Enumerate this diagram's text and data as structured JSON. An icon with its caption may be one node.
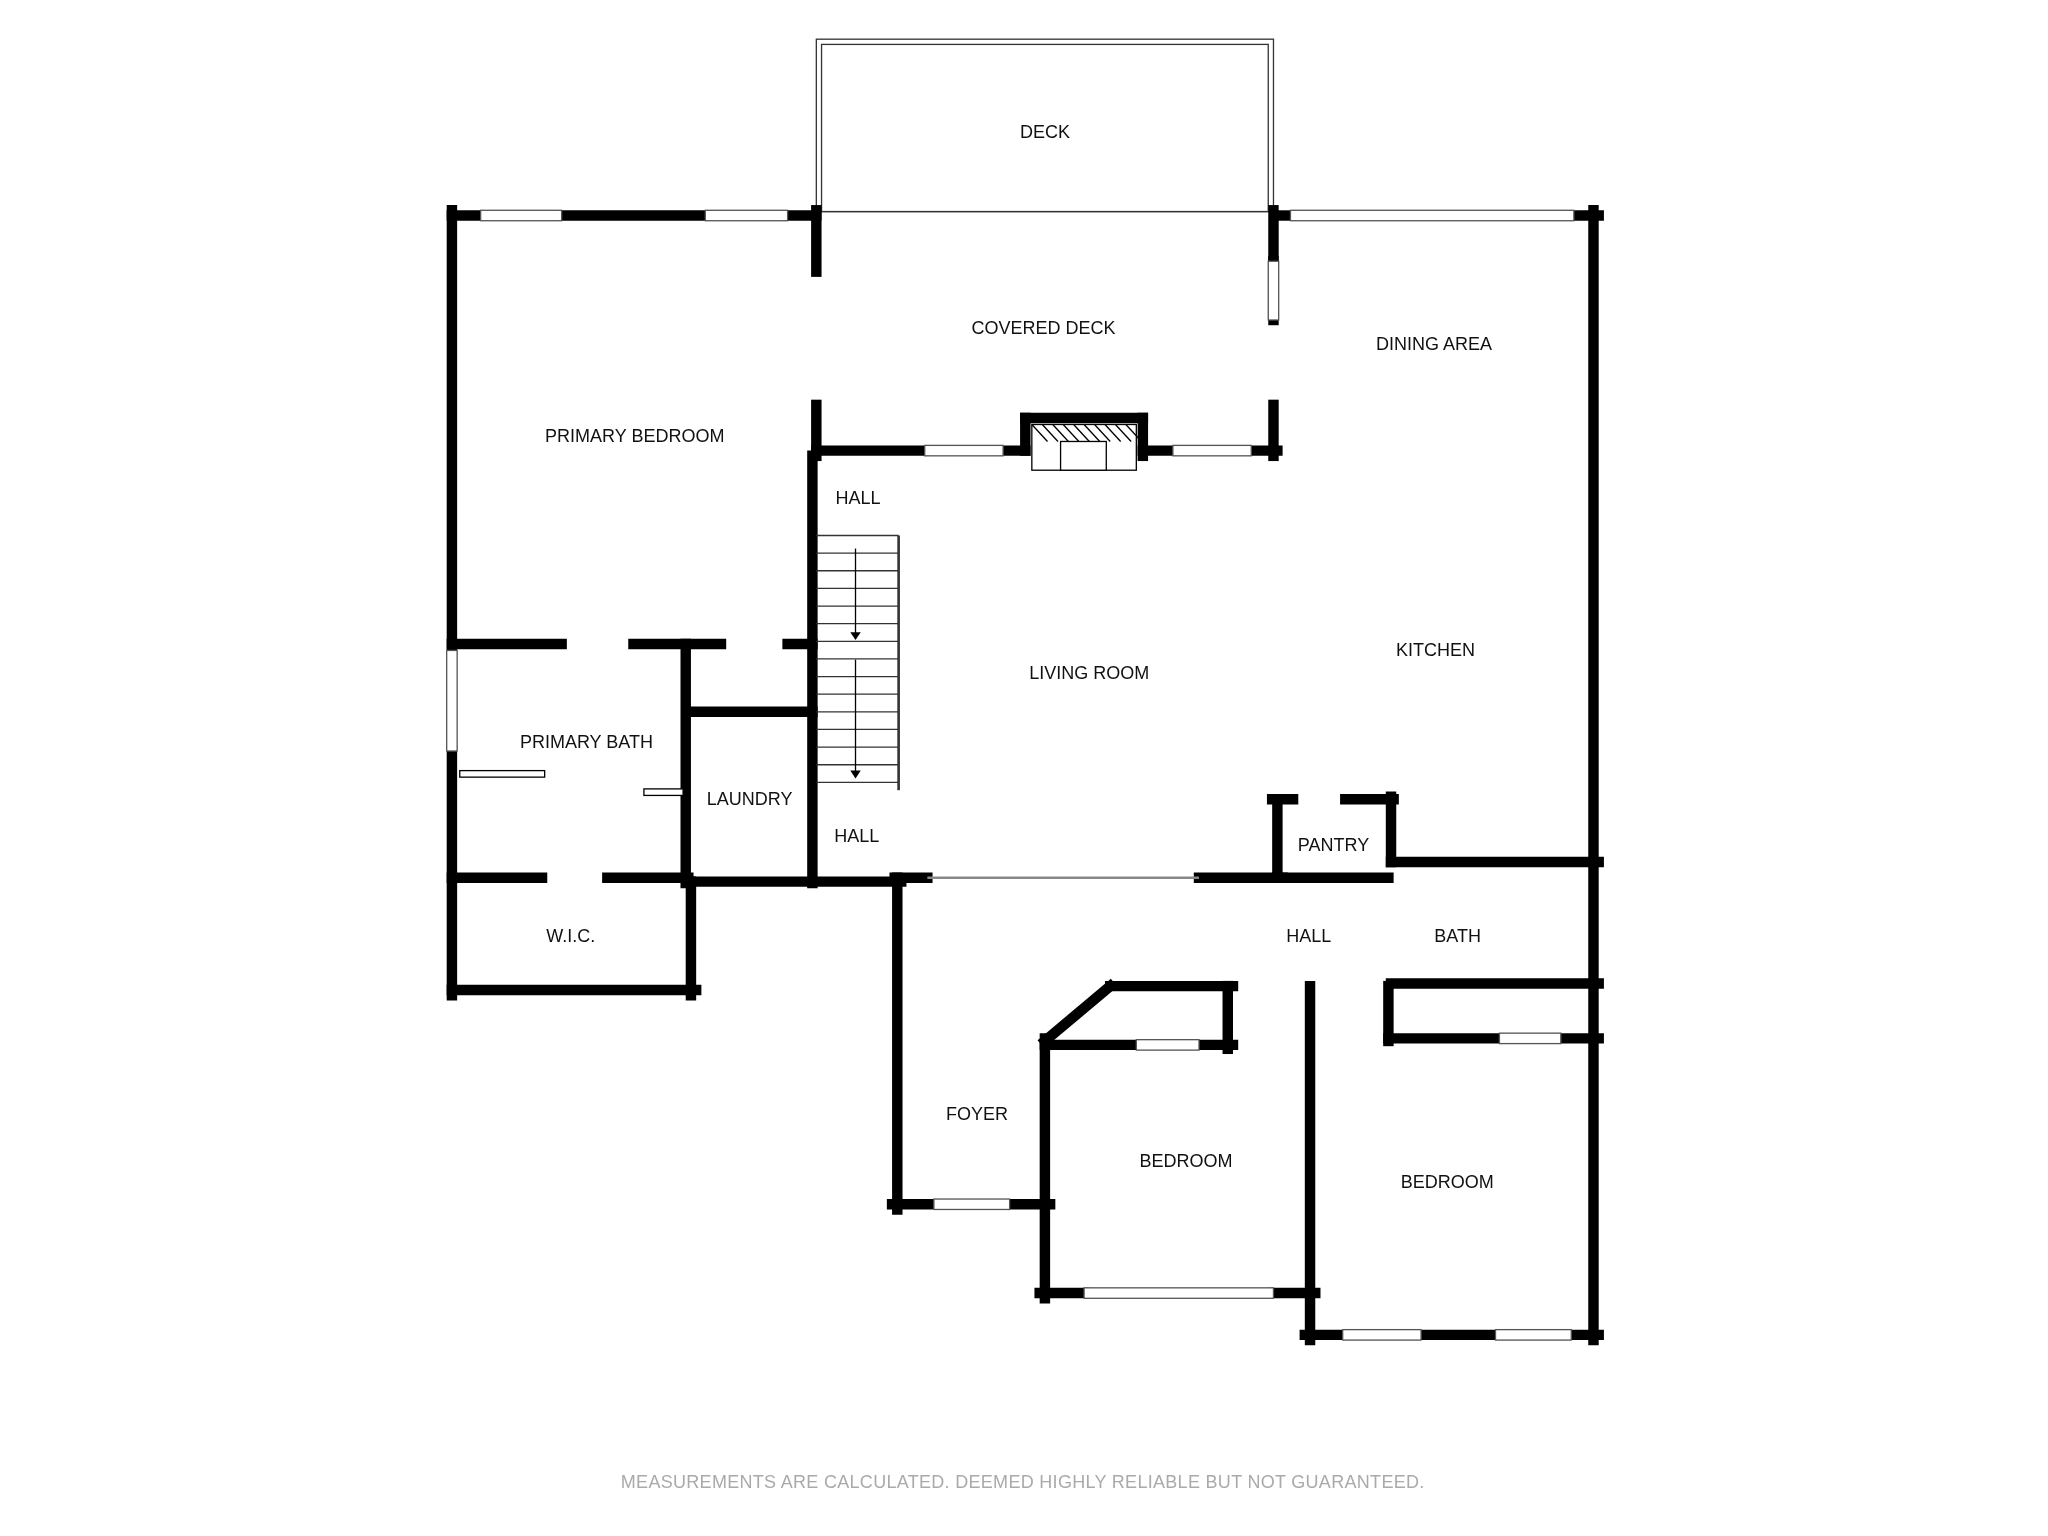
{
  "diagram": {
    "labels": [
      "DECK",
      "COVERED DECK",
      "DINING AREA",
      "PRIMARY BEDROOM",
      "HALL",
      "LIVING ROOM",
      "KITCHEN",
      "PRIMARY BATH",
      "LAUNDRY",
      "HALL",
      "PANTRY",
      "HALL",
      "BATH",
      "W.I.C.",
      "FOYER",
      "BEDROOM",
      "BEDROOM",
      "MEASUREMENTS ARE CALCULATED. DEEMED HIGHLY RELIABLE BUT NOT GUARANTEED."
    ]
  }
}
